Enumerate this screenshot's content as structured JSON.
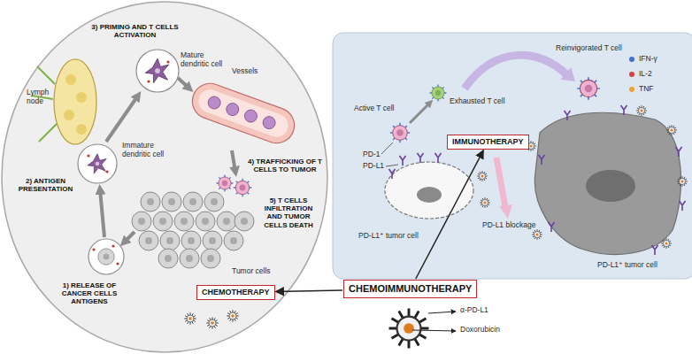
{
  "diagram": {
    "nodes": [
      {
        "text": [
          "CHEMOTHERAPY"
        ]
      },
      {
        "text": [
          "IMMUNOTHERAPY"
        ]
      },
      {
        "text": [
          "CHEMOIMMUNOTHERAPY"
        ]
      }
    ],
    "edges": [
      {
        "from": 2,
        "to": 0,
        "arrow": "to"
      },
      {
        "from": 2,
        "to": 1,
        "arrow": "to"
      }
    ],
    "labels": [
      "3) PRIMING AND T CELLS ACTIVATION",
      "Mature dendritic cell",
      "Lymph node",
      "2) ANTIGEN PRESENTATION",
      "Immature dendritic cell",
      "Vessels",
      "4) TRAFFICKING OF T CELLS TO TUMOR",
      "5) T CELLS INFILTRATION AND TUMOR CELLS DEATH",
      "Tumor cells",
      "1) RELEASE OF CANCER CELLS ANTIGENS",
      "Reinvigorated T cell",
      "Active T cell",
      "Exhausted T cell",
      "IFN-γ",
      "IL-2",
      "TNF",
      "PD-1",
      "PD-L1",
      "PD-L1⁺ tumor cell",
      "PD-L1 blockage",
      "PD-L1⁺ tumor cell",
      "α-PD-L1",
      "Doxorubicin"
    ]
  }
}
